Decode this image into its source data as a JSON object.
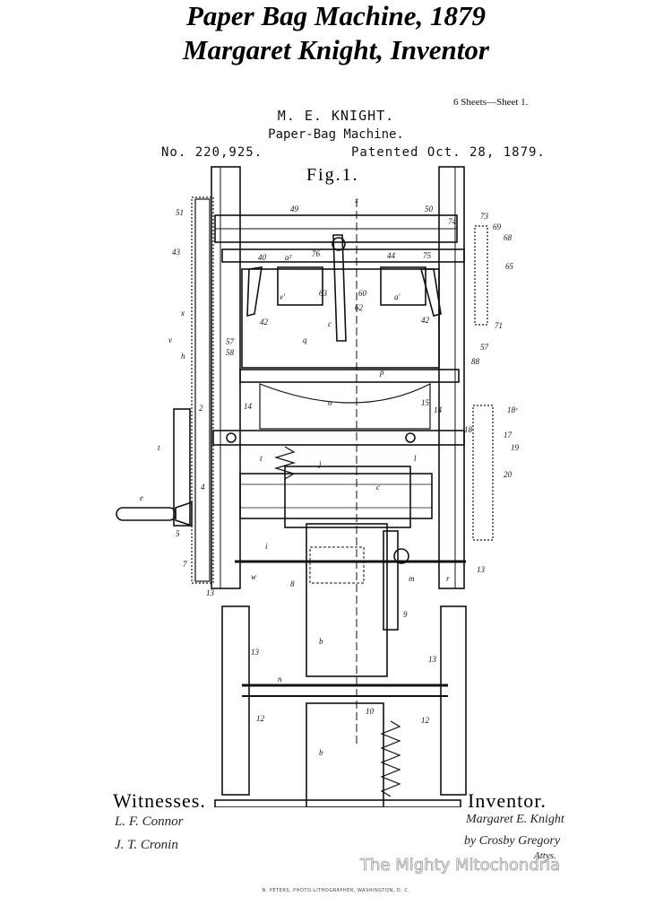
{
  "title": {
    "line1": "Paper Bag Machine, 1879",
    "line2": "Margaret Knight, Inventor"
  },
  "patent": {
    "sheets": "6 Sheets—Sheet 1.",
    "inventor_name": "M. E. KNIGHT.",
    "invention": "Paper-Bag Machine.",
    "number": "No. 220,925.",
    "date": "Patented Oct. 28, 1879.",
    "figure": "Fig.1."
  },
  "witnesses": {
    "label": "Witnesses.",
    "signatures": [
      "L. F. Connor",
      "J. T. Cronin"
    ]
  },
  "inventor": {
    "label": "Inventor.",
    "signature": "Margaret E. Knight",
    "attorney": "by Crosby Gregory",
    "attys": "Attys."
  },
  "watermark": "The Mighty Mitochondria",
  "lithographer": "N. PETERS, PHOTO-LITHOGRAPHER, WASHINGTON, D. C.",
  "reference_numerals": {
    "n51": "51",
    "n49": "49",
    "n50": "50",
    "n74": "74",
    "n73": "73",
    "n69": "69",
    "n68": "68",
    "n43": "43",
    "n40": "40",
    "a2": "a²",
    "n76": "76",
    "n44": "44",
    "n75": "75",
    "n65": "65",
    "n63": "63",
    "n60": "60",
    "a1": "a'",
    "n62": "62",
    "n42a": "42",
    "n42b": "42",
    "x1": "x",
    "c1": "c",
    "n71": "71",
    "v": "v",
    "n57a": "57",
    "n57b": "57",
    "h": "h",
    "n58": "58",
    "n88": "88",
    "q": "q",
    "p": "p",
    "o": "o",
    "n14a": "14",
    "n15": "15",
    "n14b": "14",
    "n18x": "18ˣ",
    "n18": "18",
    "n17": "17",
    "n19": "19",
    "t1": "t",
    "t2": "t",
    "j": "j",
    "l": "l",
    "n20": "20",
    "e": "e",
    "c2": "c",
    "n5": "5",
    "i": "i",
    "n7": "7",
    "w": "w",
    "m": "m",
    "r": "r",
    "n13a": "13",
    "n13b": "13",
    "n8": "8",
    "n9": "9",
    "b1": "b",
    "n13c": "13",
    "n13d": "13",
    "n": "n",
    "n10": "10",
    "n12a": "12",
    "n12b": "12",
    "b2": "b",
    "n2": "2",
    "n4": "4",
    "x2": "x",
    "v1": "v'"
  }
}
